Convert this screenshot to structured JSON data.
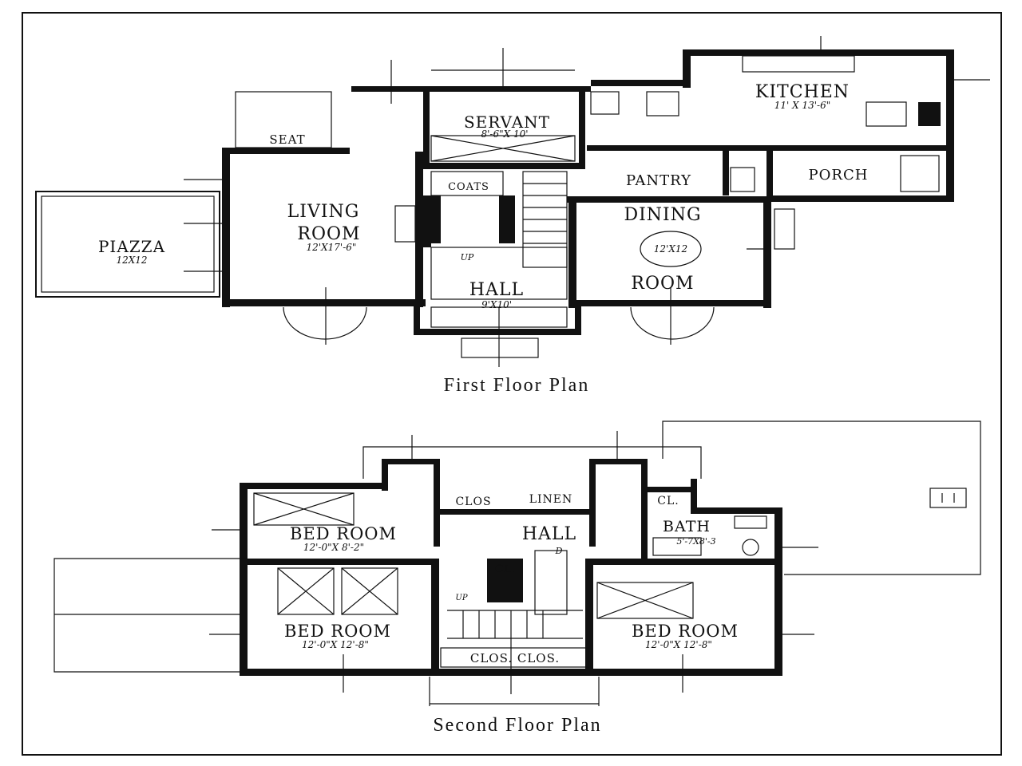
{
  "first_floor": {
    "caption": "First Floor Plan",
    "rooms": {
      "kitchen": {
        "name": "KITCHEN",
        "dims": "11' X 13'-6\""
      },
      "servant": {
        "name": "SERVANT",
        "dims": "8'-6\"X 10'"
      },
      "seat": {
        "name": "SEAT"
      },
      "coats": {
        "name": "COATS"
      },
      "pantry": {
        "name": "PANTRY"
      },
      "porch": {
        "name": "PORCH"
      },
      "living": {
        "name_top": "LIVING",
        "name_bottom": "ROOM",
        "dims": "12'X17'-6\""
      },
      "dining": {
        "name_top": "DINING",
        "name_bottom": "ROOM",
        "dims": "12'X12"
      },
      "piazza": {
        "name": "PIAZZA",
        "dims": "12X12"
      },
      "hall": {
        "name": "HALL",
        "dims": "9'X10'"
      },
      "stair_up": "UP"
    }
  },
  "second_floor": {
    "caption": "Second Floor Plan",
    "rooms": {
      "clos_top": "CLOS",
      "linen": "LINEN",
      "cl_top": "CL.",
      "bath": {
        "name": "BATH",
        "dims": "5'-7X8'-3"
      },
      "hall": "HALL",
      "cl_mid": "CL.",
      "stair_down": "D",
      "stair_up": "UP",
      "bed_nw": {
        "name": "BED ROOM",
        "dims": "12'-0\"X 8'-2\""
      },
      "bed_sw": {
        "name": "BED ROOM",
        "dims": "12'-0\"X 12'-8\""
      },
      "bed_se": {
        "name": "BED ROOM",
        "dims": "12'-0\"X 12'-8\""
      },
      "clos_bottom": "CLOS. CLOS."
    }
  }
}
